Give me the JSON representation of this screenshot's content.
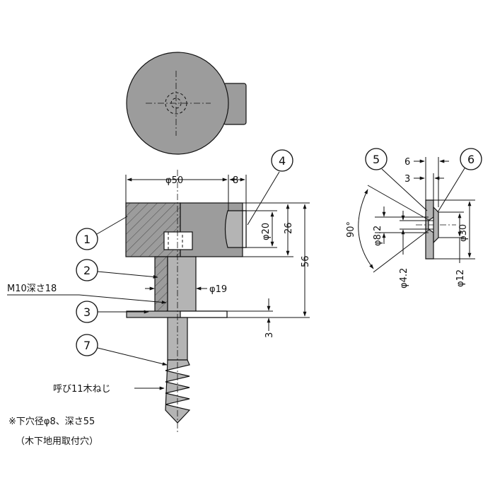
{
  "part_numbers": {
    "body": "1",
    "sleeve": "2",
    "plate": "3",
    "magnet": "4",
    "washer": "5",
    "screw": "6",
    "wood_screw": "7"
  },
  "dimensions": {
    "body_diameter": "φ50",
    "magnet_protrusion": "8",
    "magnet_diameter": "φ20",
    "body_height": "26",
    "overall_height": "56",
    "sleeve_diameter": "φ19",
    "plate_thickness": "3",
    "washer_overall_thickness": "6",
    "washer_thickness": "3",
    "countersink_angle": "90°",
    "countersink_diameter": "φ8.2",
    "hole_diameter": "φ4.2",
    "washer_diameter": "φ30",
    "washer_bore": "φ12"
  },
  "labels": {
    "internal_thread": "M10深さ18",
    "wood_screw_spec": "呼び11木ねじ",
    "note_line1": "※下穴径φ8、深さ55",
    "note_line2": "（木下地用取付穴）"
  }
}
